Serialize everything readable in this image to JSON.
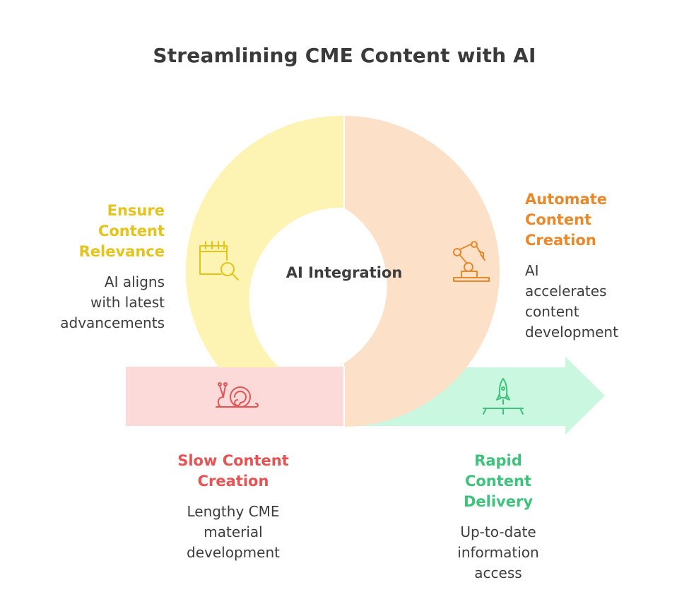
{
  "title": "Streamlining CME Content with AI",
  "center_label": "AI Integration",
  "colors": {
    "yellow_fill": "#fdf3b3",
    "yellow_text": "#e4c41b",
    "orange_fill": "#fde0c8",
    "orange_text": "#e8892c",
    "red_fill": "#fddada",
    "red_text": "#e75252",
    "green_fill": "#c9f7df",
    "green_text": "#3fc27c",
    "text_dark": "#3d3d3d"
  },
  "sections": {
    "ensure": {
      "heading": [
        "Ensure",
        "Content",
        "Relevance"
      ],
      "desc": [
        "AI aligns",
        "with latest",
        "advancements"
      ],
      "icon": "calendar-search-icon"
    },
    "automate": {
      "heading": [
        "Automate",
        "Content",
        "Creation"
      ],
      "desc": [
        "AI",
        "accelerates",
        "content",
        "development"
      ],
      "icon": "robot-arm-icon"
    },
    "slow": {
      "heading": [
        "Slow Content",
        "Creation"
      ],
      "desc": [
        "Lengthy CME",
        "material",
        "development"
      ],
      "icon": "snail-icon"
    },
    "rapid": {
      "heading": [
        "Rapid",
        "Content",
        "Delivery"
      ],
      "desc": [
        "Up-to-date",
        "information",
        "access"
      ],
      "icon": "rocket-icon"
    }
  }
}
